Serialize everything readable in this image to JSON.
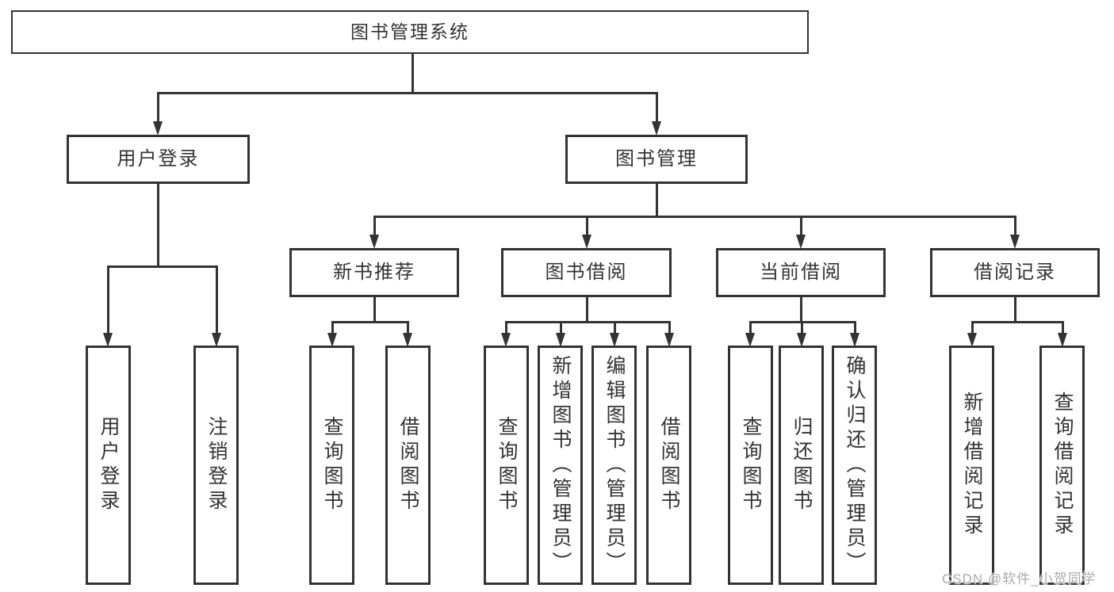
{
  "colors": {
    "line": "#333333",
    "box_border": "#333333",
    "text": "#333333",
    "background": "#ffffff",
    "watermark_text_color": "#a9a9a9"
  },
  "watermark": {
    "text": "CSDN @软件_小贺同学"
  },
  "tree": {
    "root": {
      "label": "图书管理系统"
    },
    "branches": [
      {
        "label": "用户登录",
        "children": [
          {
            "label": "用户登录"
          },
          {
            "label": "注销登录"
          }
        ]
      },
      {
        "label": "图书管理",
        "children": [
          {
            "label": "新书推荐",
            "children": [
              {
                "label": "查询图书"
              },
              {
                "label": "借阅图书"
              }
            ]
          },
          {
            "label": "图书借阅",
            "children": [
              {
                "label": "查询图书"
              },
              {
                "label": "新增图书（管理员）"
              },
              {
                "label": "编辑图书（管理员）"
              },
              {
                "label": "借阅图书"
              }
            ]
          },
          {
            "label": "当前借阅",
            "children": [
              {
                "label": "查询图书"
              },
              {
                "label": "归还图书"
              },
              {
                "label": "确认归还（管理员）"
              }
            ]
          },
          {
            "label": "借阅记录",
            "children": [
              {
                "label": "新增借阅记录"
              },
              {
                "label": "查询借阅记录"
              }
            ]
          }
        ]
      }
    ]
  }
}
